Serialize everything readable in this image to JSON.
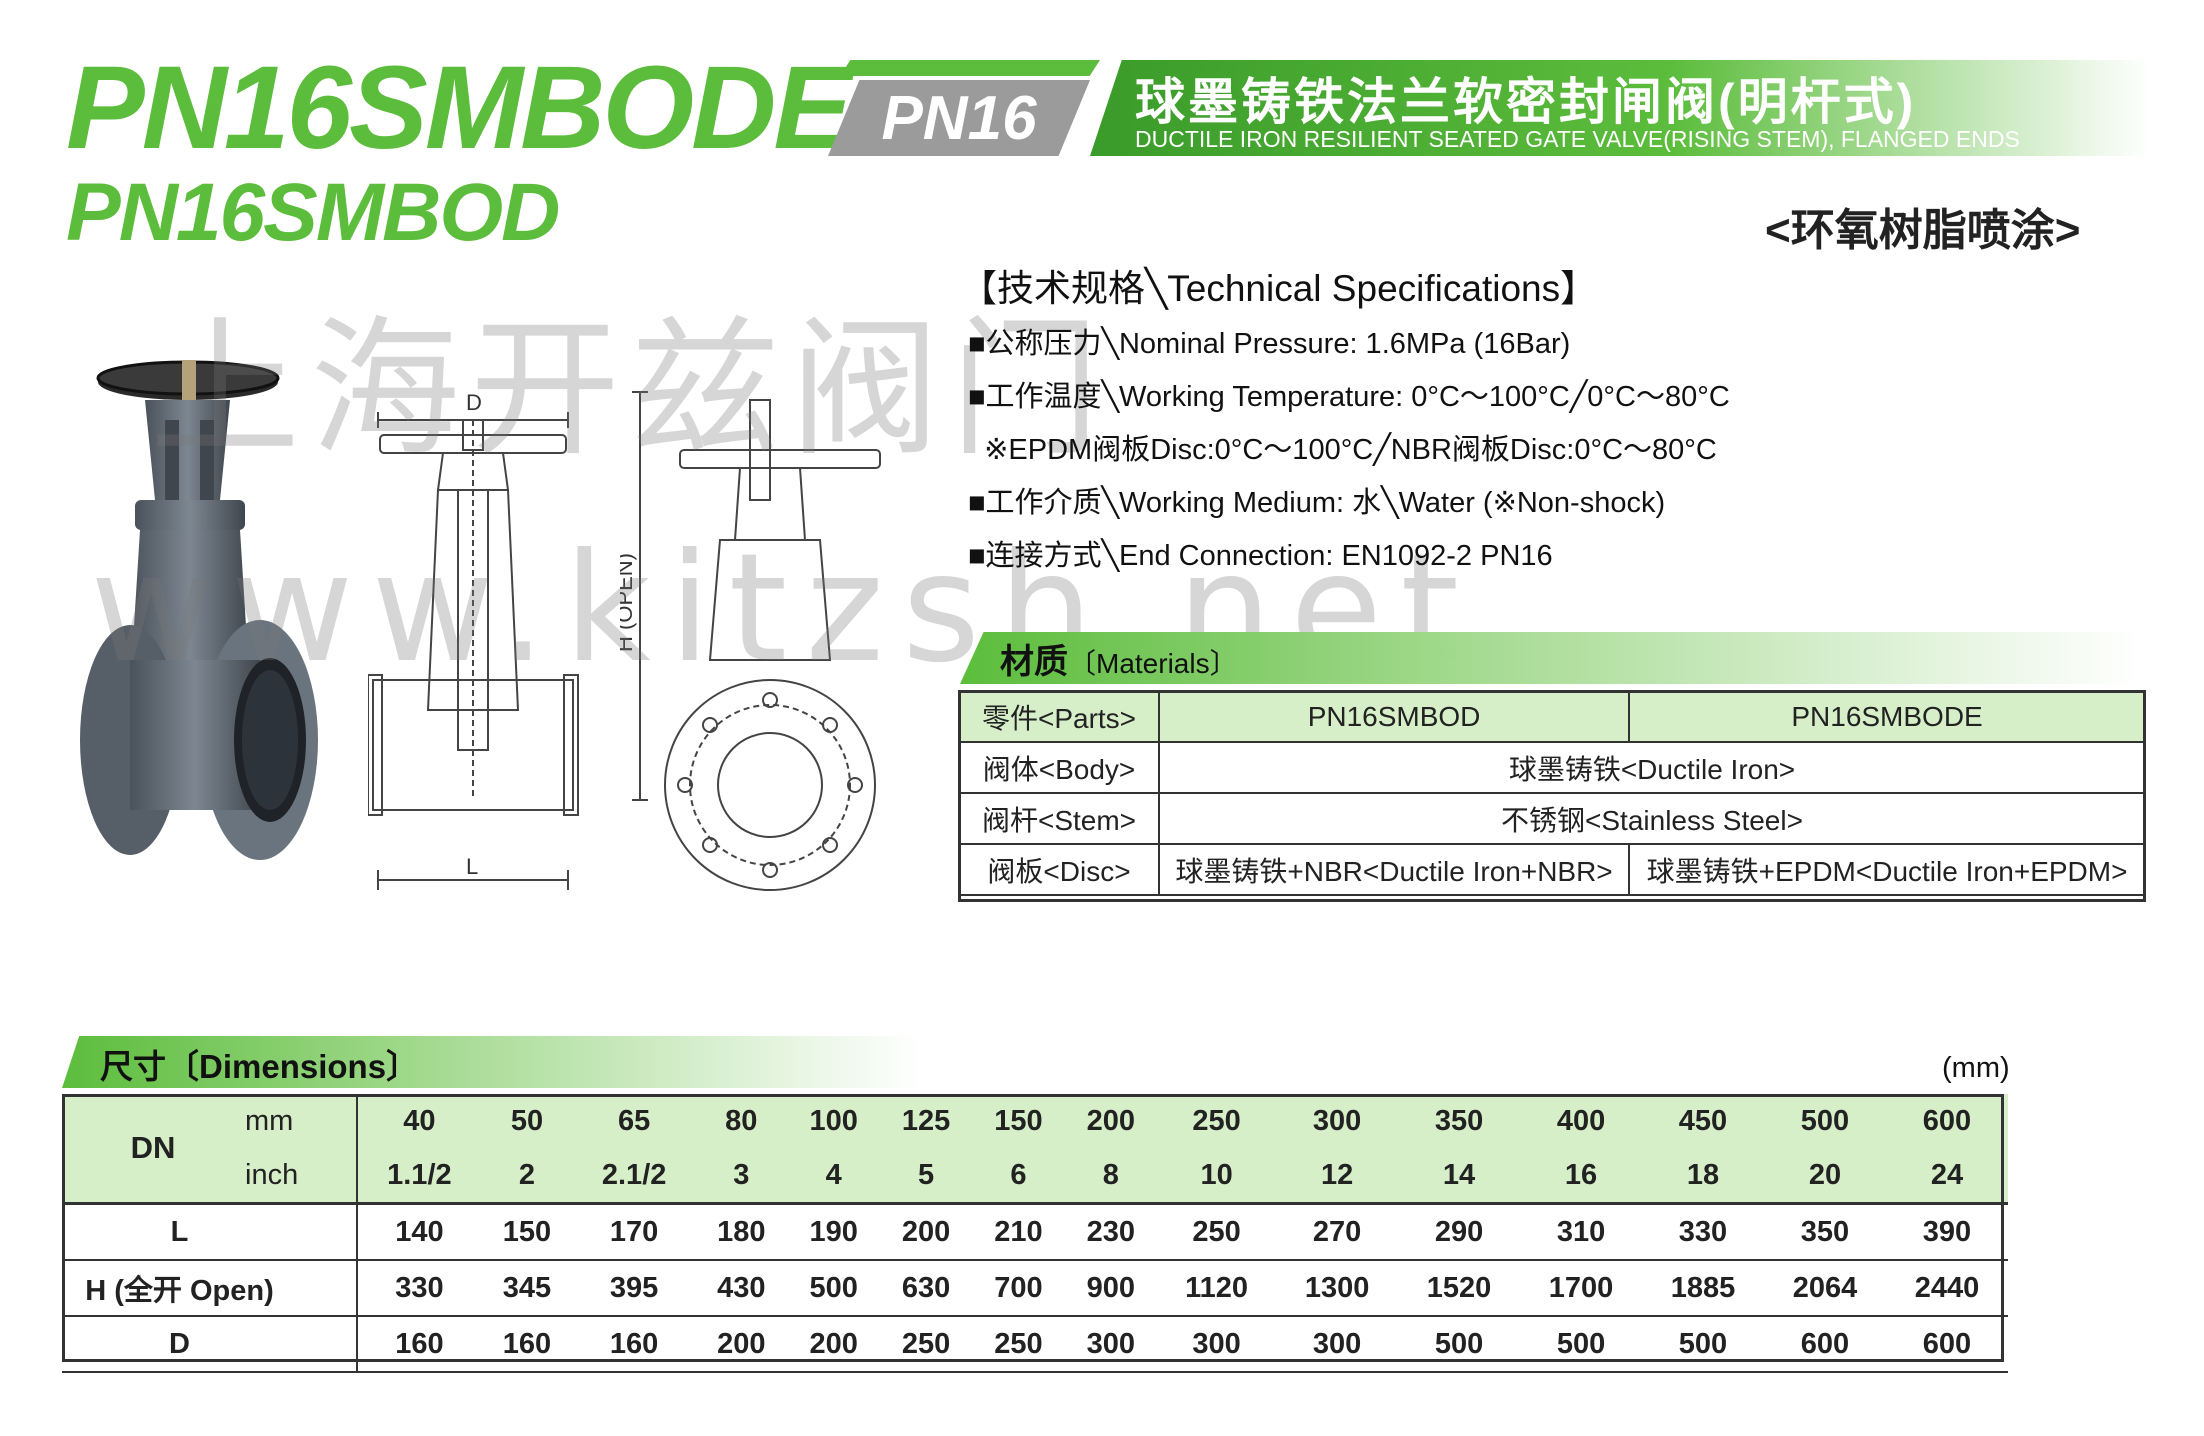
{
  "header": {
    "model_main": "PN16SMBODE",
    "model_sub": "PN16SMBOD",
    "pressure_badge": "PN16",
    "title_cn": "球墨铸铁法兰软密封闸阀(明杆式)",
    "title_en": "DUCTILE IRON RESILIENT SEATED GATE VALVE(RISING STEM), FLANGED ENDS",
    "coating": "<环氧树脂喷涂>"
  },
  "watermark": {
    "company_cn": "上海开兹阀门",
    "url": "www.kitzsh.net"
  },
  "drawing": {
    "label_d": "D",
    "label_l": "L",
    "label_h": "H (OPEN)"
  },
  "specs": {
    "title": "【技术规格╲Technical Specifications】",
    "lines": [
      "■公称压力╲Nominal Pressure: 1.6MPa (16Bar)",
      "■工作温度╲Working Temperature: 0°C～100°C╱0°C～80°C",
      "  ※EPDM阀板Disc:0°C～100°C╱NBR阀板Disc:0°C～80°C",
      "■工作介质╲Working Medium: 水╲Water (※Non-shock)",
      "■连接方式╲End Connection: EN1092-2 PN16"
    ]
  },
  "materials": {
    "title_cn": "材质",
    "title_en": "〔Materials〕",
    "header": [
      "零件<Parts>",
      "PN16SMBOD",
      "PN16SMBODE"
    ],
    "body": [
      "阀体<Body>",
      "球墨铸铁<Ductile Iron>"
    ],
    "stem": [
      "阀杆<Stem>",
      "不锈钢<Stainless Steel>"
    ],
    "disc": [
      "阀板<Disc>",
      "球墨铸铁+NBR<Ductile Iron+NBR>",
      "球墨铸铁+EPDM<Ductile Iron+EPDM>"
    ]
  },
  "dimensions": {
    "title": "尺寸〔Dimensions〕",
    "unit": "(mm)",
    "dn_label": "DN",
    "mm_label": "mm",
    "inch_label": "inch",
    "mm": [
      "40",
      "50",
      "65",
      "80",
      "100",
      "125",
      "150",
      "200",
      "250",
      "300",
      "350",
      "400",
      "450",
      "500",
      "600"
    ],
    "inch": [
      "1.1/2",
      "2",
      "2.1/2",
      "3",
      "4",
      "5",
      "6",
      "8",
      "10",
      "12",
      "14",
      "16",
      "18",
      "20",
      "24"
    ],
    "rows": [
      {
        "label": "L",
        "values": [
          "140",
          "150",
          "170",
          "180",
          "190",
          "200",
          "210",
          "230",
          "250",
          "270",
          "290",
          "310",
          "330",
          "350",
          "390"
        ]
      },
      {
        "label": "H (全开 Open)",
        "values": [
          "330",
          "345",
          "395",
          "430",
          "500",
          "630",
          "700",
          "900",
          "1120",
          "1300",
          "1520",
          "1700",
          "1885",
          "2064",
          "2440"
        ]
      },
      {
        "label": "D",
        "values": [
          "160",
          "160",
          "160",
          "200",
          "200",
          "250",
          "250",
          "300",
          "300",
          "300",
          "500",
          "500",
          "500",
          "600",
          "600"
        ]
      }
    ]
  },
  "colors": {
    "brand_green": "#5cbd3c",
    "table_header": "#d6efc8",
    "badge_gray": "#9b9b9b",
    "valve_body": "#5e6872"
  }
}
